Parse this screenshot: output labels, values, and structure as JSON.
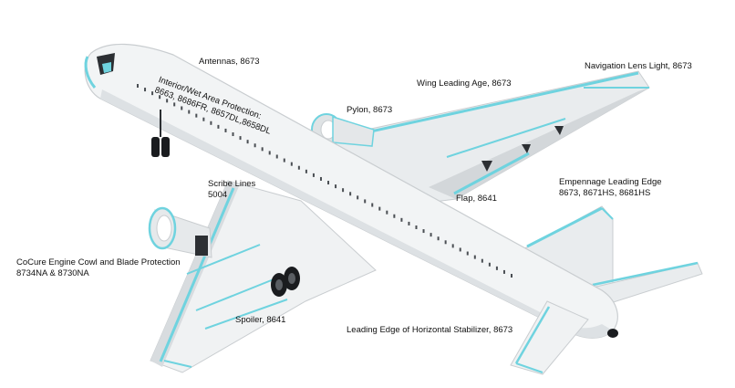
{
  "colors": {
    "accent": "#6fd3df",
    "fuselage": "#f2f4f5",
    "shade": "#c9cdd0",
    "dark": "#2c2f33",
    "text": "#111111"
  },
  "labels": {
    "antennas": "Antennas, 8673",
    "interior_title": "Interior/Wet Area Protection:",
    "interior_codes": "8663, 8686FR, 8657DL,8658DL",
    "pylon": "Pylon, 8673",
    "wing_leading": "Wing Leading Age, 8673",
    "nav_lens": "Navigation Lens Light, 8673",
    "scribe_title": "Scribe Lines",
    "scribe_code": "5004",
    "flap": "Flap, 8641",
    "empennage_title": "Empennage Leading Edge",
    "empennage_codes": "8673, 8671HS, 8681HS",
    "cocure_title": "CoCure Engine Cowl and Blade Protection",
    "cocure_codes": "8734NA & 8730NA",
    "spoiler": "Spoiler, 8641",
    "horizontal_stab": "Leading Edge of Horizontal Stabilizer, 8673"
  }
}
